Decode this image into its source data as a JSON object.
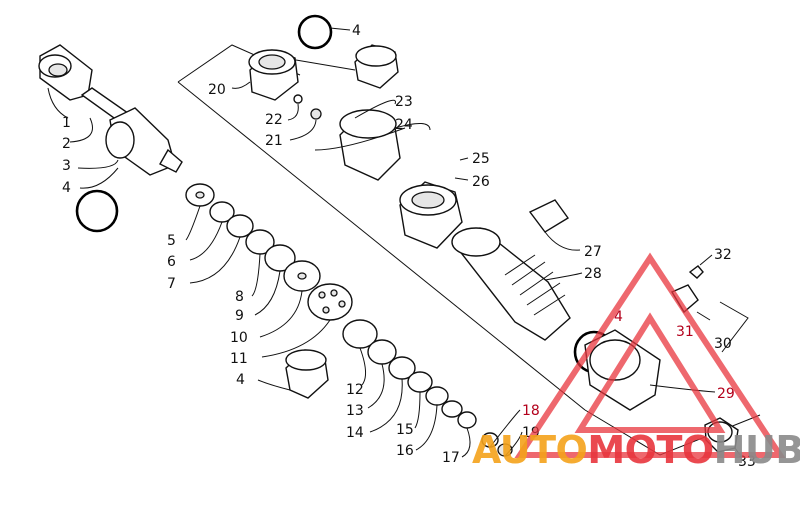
{
  "callouts": [
    "1",
    "2",
    "3",
    "4",
    "5",
    "6",
    "7",
    "8",
    "9",
    "10",
    "11",
    "12",
    "13",
    "14",
    "15",
    "16",
    "17",
    "18",
    "19",
    "20",
    "21",
    "22",
    "23",
    "24",
    "25",
    "26",
    "27",
    "28",
    "29",
    "30",
    "31",
    "32",
    "33"
  ],
  "watermark": {
    "text_part1": "AUTO",
    "text_part2": "MOTO",
    "text_part3": "HUB",
    "color_red": "#e8363e",
    "color_orange": "#f4a21b",
    "color_gray": "#8a8a8a"
  }
}
